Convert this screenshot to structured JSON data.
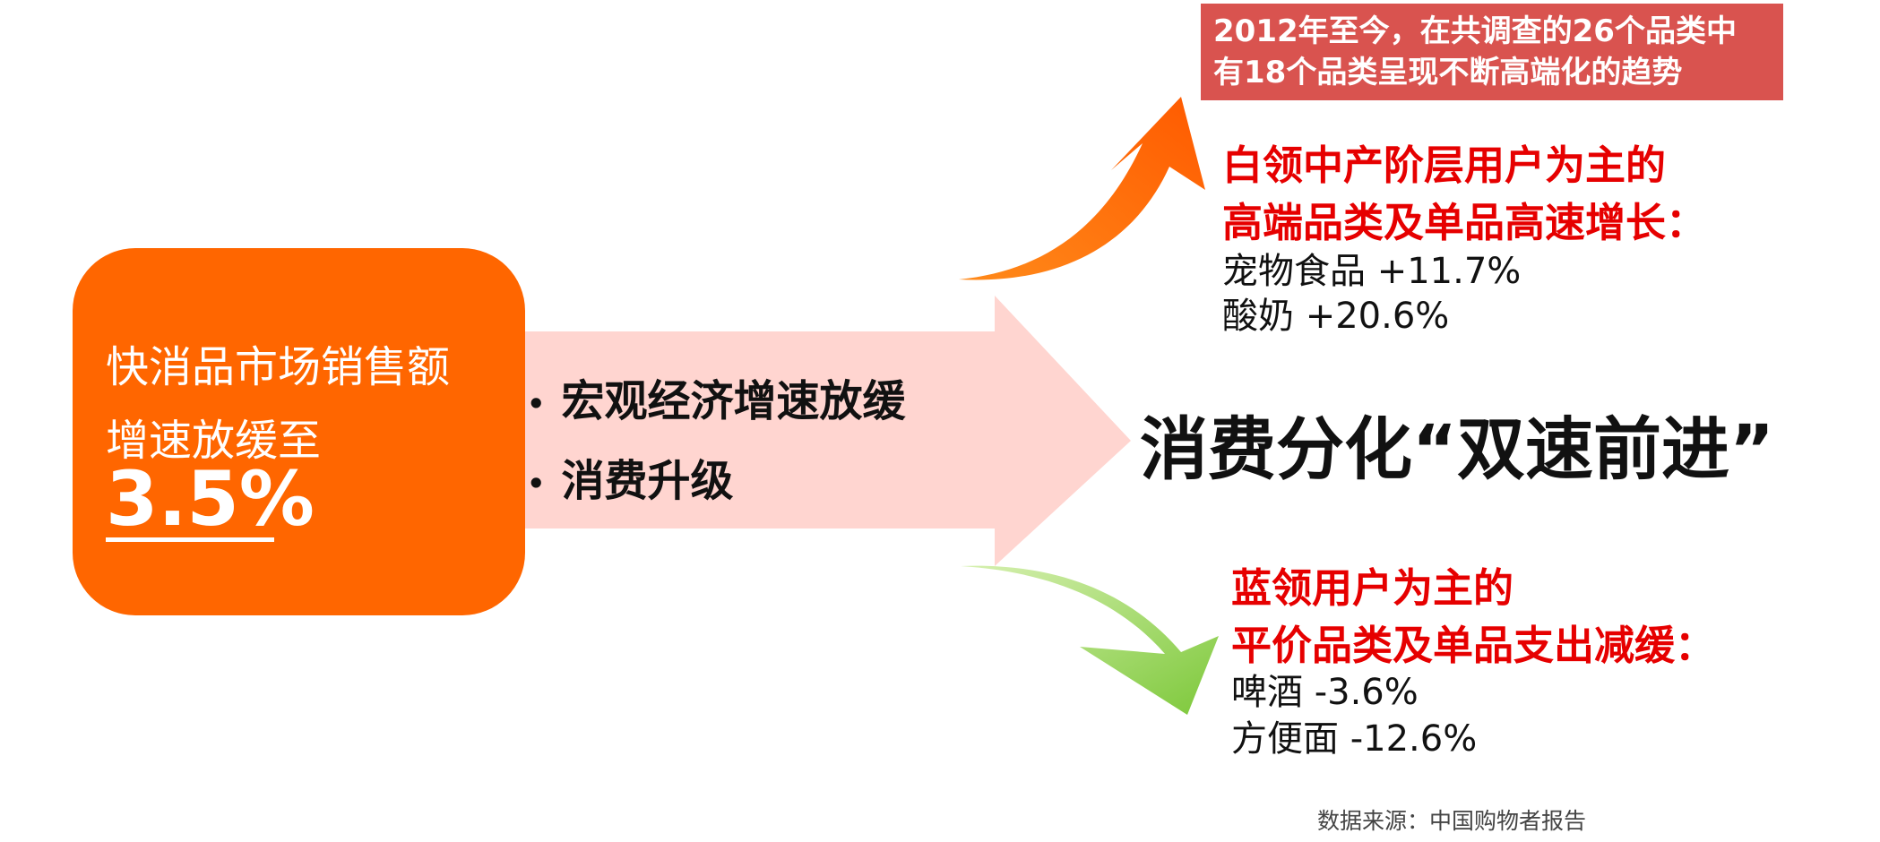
{
  "left_box": {
    "line1": "快消品市场销售额",
    "line2": "增速放缓至",
    "value": "3.5%"
  },
  "middle": {
    "bullet_symbol": "•",
    "bullets": [
      "宏观经济增速放缓",
      "消费升级"
    ]
  },
  "headline": "消费分化“双速前进”",
  "top_banner": {
    "line1": "2012年至今，在共调查的26个品类中",
    "line2": "有18个品类呈现不断高端化的趋势"
  },
  "upper_branch": {
    "heading_line1": "白领中产阶层用户为主的",
    "heading_line2": "高端品类及单品高速增长：",
    "items": [
      "宠物食品 +11.7%",
      "酸奶 +20.6%"
    ]
  },
  "lower_branch": {
    "heading_line1": "蓝领用户为主的",
    "heading_line2": "平价品类及单品支出减缓：",
    "items": [
      "啤酒 -3.6%",
      "方便面 -12.6%"
    ]
  },
  "source": "数据来源：中国购物者报告",
  "colors": {
    "orange_box": "#ff6600",
    "big_arrow": "#ffd5d0",
    "up_arrow": "#ff6a00",
    "down_arrow": "#8fd14f",
    "banner": "#d9534f",
    "red_text": "#e60000"
  },
  "icons": {
    "up_arrow": "curved-up-arrow-icon",
    "down_arrow": "curved-down-arrow-icon",
    "big_arrow": "right-arrow-shape"
  }
}
